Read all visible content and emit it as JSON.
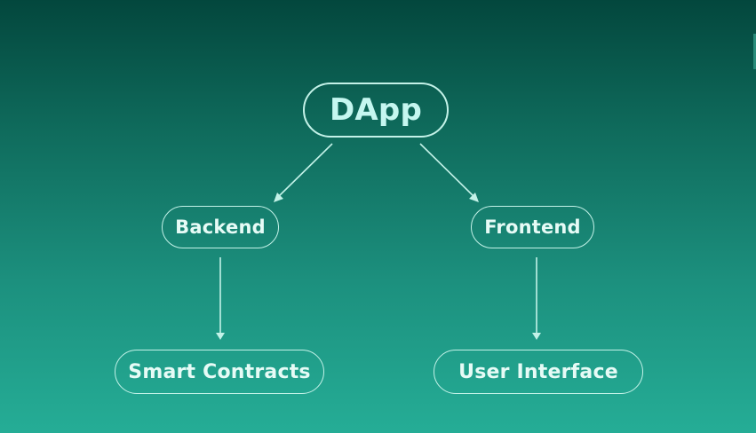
{
  "diagram": {
    "root": {
      "label": "DApp"
    },
    "branches": [
      {
        "label": "Backend",
        "child": "Smart Contracts"
      },
      {
        "label": "Frontend",
        "child": "User Interface"
      }
    ]
  },
  "colors": {
    "background_top": "#03473d",
    "background_bottom": "#25ad96",
    "node_border": "#c3f2e8",
    "node_text": "#e6fbf6",
    "root_text": "#c5f7f0"
  }
}
